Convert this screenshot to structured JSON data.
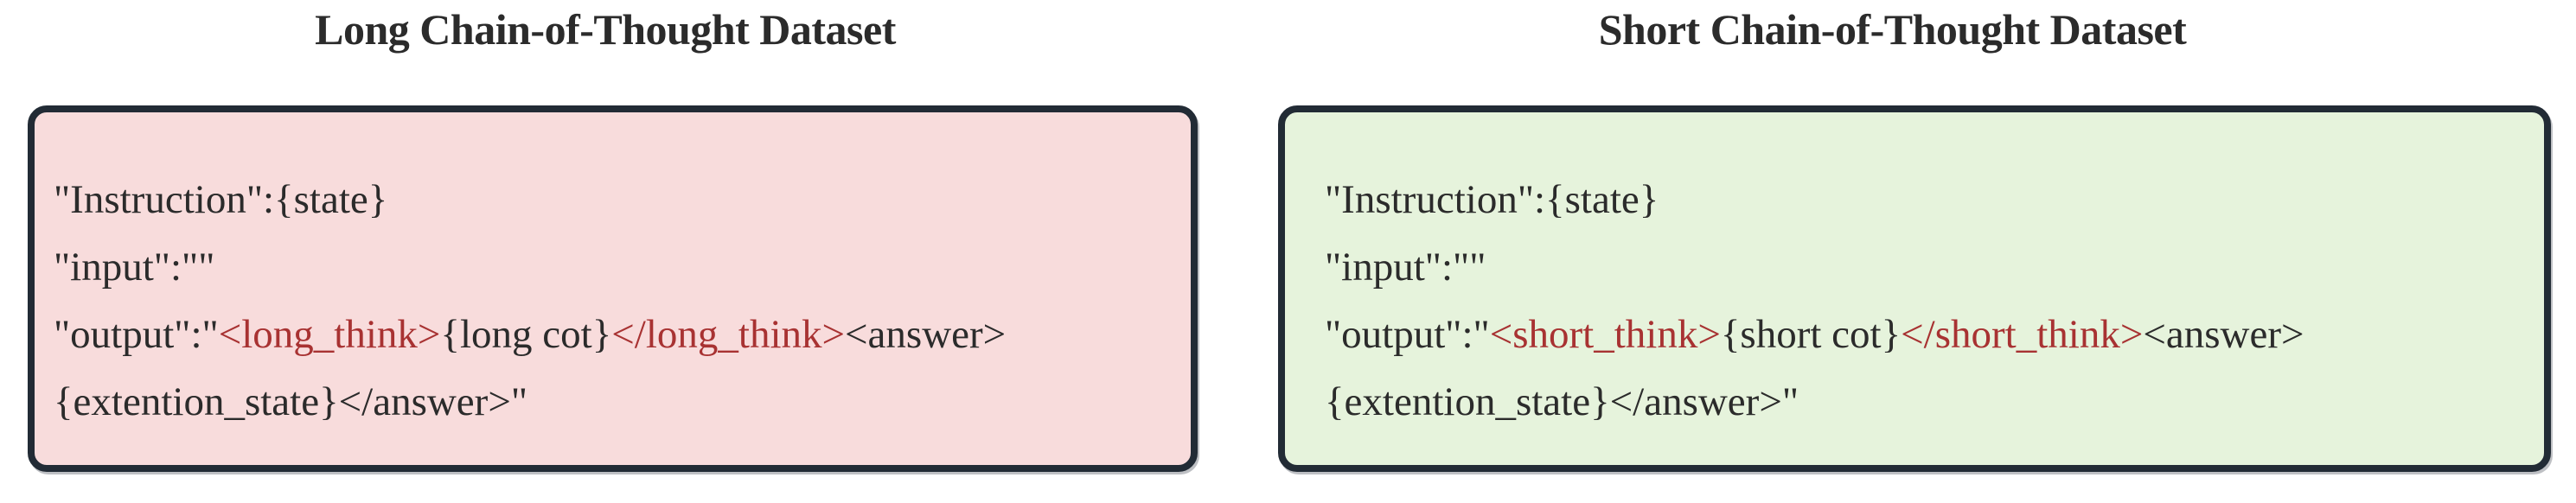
{
  "page": {
    "background_color": "#ffffff",
    "accent_red": "#a83232",
    "text_color": "#2b2b2b",
    "border_color": "#222b35"
  },
  "panels": [
    {
      "id": "long-cot",
      "title": "Long Chain-of-Thought Dataset",
      "fill_color": "#f8dcdc",
      "lines": [
        {
          "id": "instruction",
          "segments": [
            {
              "text": "\"Instruction\":{state}",
              "color": "dark"
            }
          ]
        },
        {
          "id": "input",
          "segments": [
            {
              "text": "\"input\":\"\"",
              "color": "dark"
            }
          ]
        },
        {
          "id": "output",
          "segments": [
            {
              "text": "\"output\":\"",
              "color": "dark"
            },
            {
              "text": "<long_think>",
              "color": "red"
            },
            {
              "text": "{long cot}",
              "color": "dark"
            },
            {
              "text": "</long_think>",
              "color": "red"
            },
            {
              "text": "<answer>",
              "color": "dark"
            }
          ]
        },
        {
          "id": "answer-close",
          "segments": [
            {
              "text": "{extention_state}</answer>\"",
              "color": "dark"
            }
          ]
        }
      ]
    },
    {
      "id": "short-cot",
      "title": "Short Chain-of-Thought Dataset",
      "fill_color": "#e6f3dc",
      "lines": [
        {
          "id": "instruction",
          "segments": [
            {
              "text": "\"Instruction\":{state}",
              "color": "dark"
            }
          ]
        },
        {
          "id": "input",
          "segments": [
            {
              "text": "\"input\":\"\"",
              "color": "dark"
            }
          ]
        },
        {
          "id": "output",
          "segments": [
            {
              "text": "\"output\":\"",
              "color": "dark"
            },
            {
              "text": "<short_think>",
              "color": "red"
            },
            {
              "text": "{short cot}",
              "color": "dark"
            },
            {
              "text": "</short_think>",
              "color": "red"
            },
            {
              "text": "<answer>",
              "color": "dark"
            }
          ]
        },
        {
          "id": "answer-close",
          "segments": [
            {
              "text": "{extention_state}</answer>\"",
              "color": "dark"
            }
          ]
        }
      ]
    }
  ]
}
